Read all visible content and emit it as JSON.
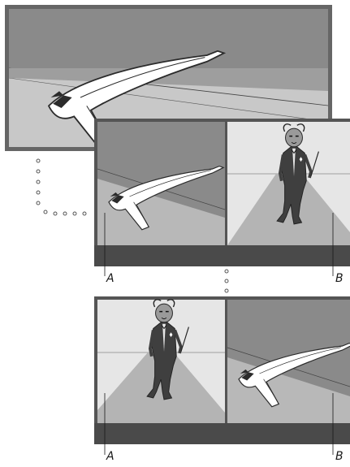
{
  "labels": {
    "screen2_left": "A",
    "screen2_right": "B",
    "screen3_left": "A",
    "screen3_right": "B"
  },
  "colors": {
    "frame": "#666666",
    "frame_dark": "#4a4a4a",
    "sky_dark": "#8a8a8a",
    "sky_light": "#e6e6e6",
    "ground": "#b4b4b4",
    "runway": "#b9b9b9",
    "floor_light": "#d2d2d2",
    "plane": "#ffffff",
    "figure": "#3f3f3f",
    "dots": "#555555"
  },
  "icons": {
    "plane": "concorde-jet-illustration",
    "figure": "mime-figure-illustration",
    "dots": "dotted-connector"
  }
}
